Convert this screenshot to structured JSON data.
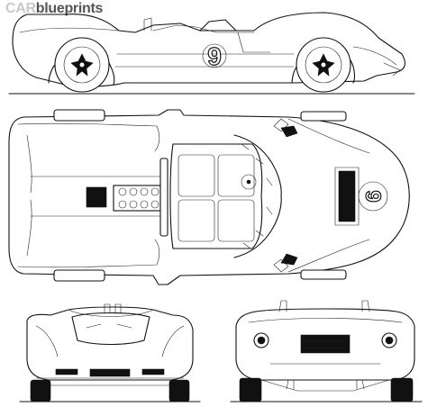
{
  "watermark": {
    "brand_part1": "CAR",
    "brand_part2": "blueprints"
  },
  "drawing": {
    "side_view_number": "9",
    "top_view_number": "9",
    "views": [
      "side-view",
      "top-view",
      "front-view",
      "rear-view"
    ],
    "line_color": "#111111",
    "background": "#ffffff",
    "watermark_colors": [
      "#c9c9c9",
      "#555555"
    ]
  }
}
